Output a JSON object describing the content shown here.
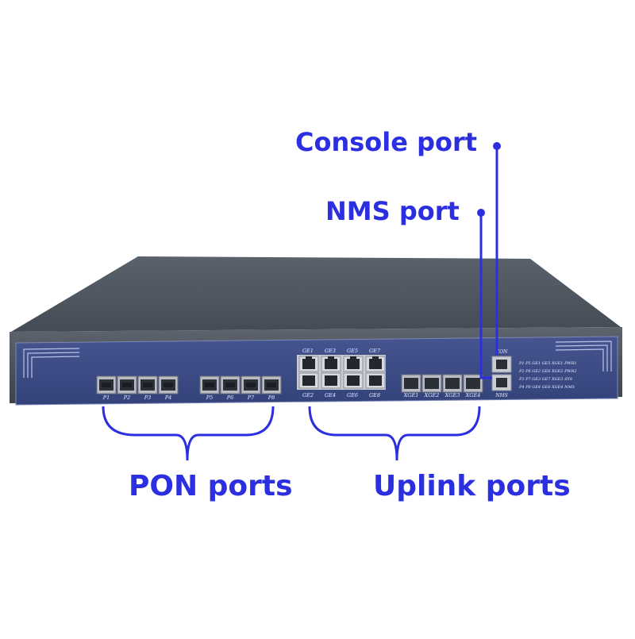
{
  "callouts": {
    "console": "Console port",
    "nms": "NMS port",
    "pon": "PON ports",
    "uplink": "Uplink ports"
  },
  "panel": {
    "pon_labels": [
      "P1",
      "P2",
      "P3",
      "P4",
      "P5",
      "P6",
      "P7",
      "P8"
    ],
    "ge_top": [
      "GE1",
      "GE3",
      "GE5",
      "GE7"
    ],
    "ge_bottom": [
      "GE2",
      "GE4",
      "GE6",
      "GE8"
    ],
    "xge": [
      "XGE1",
      "XGE2",
      "XGE3",
      "XGE4"
    ],
    "con_label": "CON",
    "nms_label": "NMS",
    "led_rows": [
      "P1  P5  GE1  GE5  XGE1  PWR1",
      "P2  P6  GE2  GE6  XGE2  PWR2",
      "P3  P7  GE3  GE7  XGE3  SYS",
      "P4  P8  GE4  GE8  XGE4  NMS"
    ]
  },
  "colors": {
    "callout": "#2b2fe0",
    "chassis_top": "#4e5660",
    "front_panel": "#3b4a86"
  }
}
